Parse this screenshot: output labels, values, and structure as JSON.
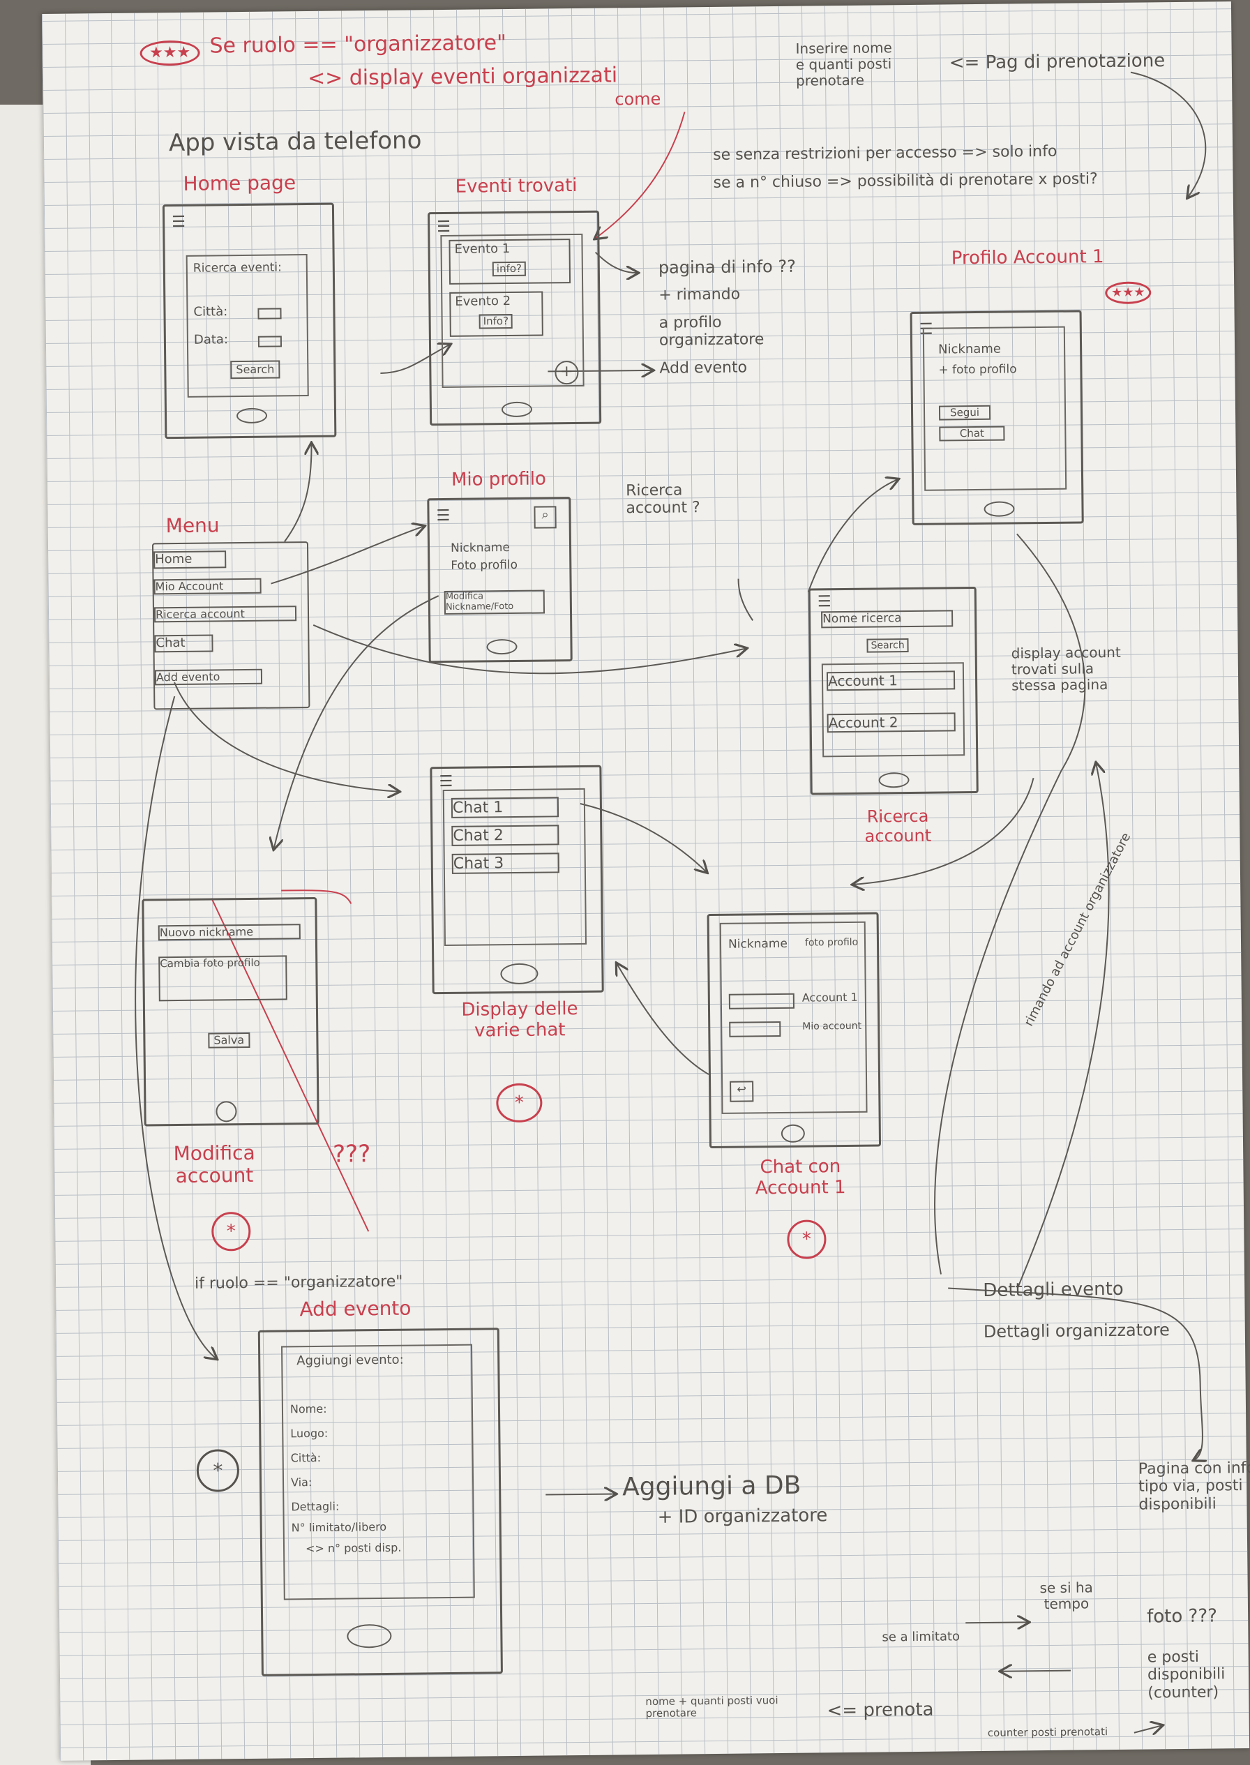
{
  "header": {
    "note_top": "Se ruolo == \"organizzatore\"",
    "note_top_2": "<> display eventi organizzati",
    "note_top_3": "come",
    "title": "App vista da telefono",
    "insert_note": "Inserire nome e quanti posti prenotare",
    "prenota_note": "<= Pag di prenotazione"
  },
  "notes": {
    "restrictions_1": "se senza restrizioni per accesso => solo info",
    "restrictions_2": "se a n° chiuso => possibilità di prenotare x posti?",
    "page_info": "pagina di info ??",
    "rimando": "+ rimando",
    "profilo_org": "a profilo organizzatore",
    "add_evento_link": "Add evento",
    "ricerca_account_q": "Ricerca account ?",
    "display_accounts": "display account trovati sulla stessa pagina",
    "modifica_q": "???",
    "if_ruolo": "if ruolo == \"organizzatore\"",
    "aggiungi_db": "Aggiungi a DB",
    "id_org": "+ ID organizzatore",
    "rimando_org": "rimando ad account organizzatore",
    "dettagli_evento": "Dettagli evento",
    "dettagli_org": "Dettagli organizzatore",
    "pagina_info": "Pagina con info tipo via, posti disponibili",
    "se_ha_tempo": "se si ha tempo",
    "foto": "foto ???",
    "posti_disp": "e posti disponibili (counter)",
    "se_limitato": "se a limitato",
    "prenota": "<= prenota",
    "nome_posti": "nome + quanti posti vuoi prenotare",
    "counter_posti": "counter posti prenotati"
  },
  "screens": {
    "home": {
      "label": "Home page",
      "search_title": "Ricerca eventi:",
      "city": "Città:",
      "date": "Data:",
      "search_btn": "Search"
    },
    "eventi": {
      "label": "Eventi trovati",
      "e1": "Evento 1",
      "e1_info": "info?",
      "e2": "Evento 2",
      "e2_info": "Info?"
    },
    "profilo": {
      "label": "Mio profilo",
      "nickname": "Nickname",
      "foto": "Foto profilo",
      "btn": "Modifica Nickname/Foto"
    },
    "account1": {
      "label": "Profilo Account 1",
      "nickname": "Nickname",
      "foto": "+ foto profilo",
      "segui": "Segui",
      "chat": "Chat"
    },
    "menu": {
      "label": "Menu",
      "items": [
        "Home",
        "Mio Account",
        "Ricerca account",
        "Chat",
        "Add evento"
      ]
    },
    "ricerca": {
      "label": "Ricerca account",
      "field": "Nome ricerca",
      "search": "Search",
      "a1": "Account 1",
      "a2": "Account 2"
    },
    "chats": {
      "label": "Display delle varie chat",
      "c1": "Chat 1",
      "c2": "Chat 2",
      "c3": "Chat 3"
    },
    "chat_a1": {
      "label": "Chat con Account 1",
      "nickname": "Nickname",
      "foto": "foto profilo",
      "r1": "Account 1",
      "r2": "Mio account"
    },
    "modifica": {
      "label": "Modifica account",
      "nuovo": "Nuovo nickname",
      "cambia": "Cambia foto profilo",
      "salva": "Salva"
    },
    "add": {
      "label": "Add evento",
      "title": "Aggiungi evento:",
      "fields": [
        "Nome:",
        "Luogo:",
        "Città:",
        "Via:",
        "Dettagli:",
        "N° limitato/libero",
        "<> n° posti disp."
      ]
    }
  },
  "colors": {
    "red_ink": "#c8404e",
    "pencil": "#55524e",
    "paper": "#f1f0ec",
    "grid": "#b9bfc6"
  }
}
